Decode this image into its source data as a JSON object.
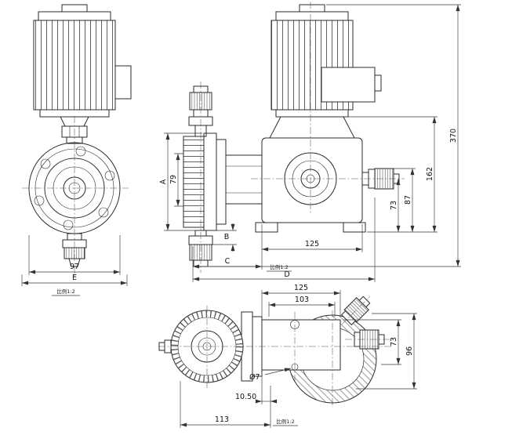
{
  "front_view": {
    "dim_width": "97",
    "dim_overall_width": "E",
    "scale_note": "比例1:2"
  },
  "side_view": {
    "dim_head_height": "A",
    "dim_79": "79",
    "dim_b": "B",
    "dim_c": "C",
    "dim_d": "D",
    "dim_125": "125",
    "dim_73": "73",
    "dim_87": "87",
    "dim_162": "162",
    "dim_370": "370",
    "scale_note": "比例1:2"
  },
  "top_view": {
    "dim_125": "125",
    "dim_103": "103",
    "dim_73": "73",
    "dim_96": "96",
    "dim_hole_dia": "Ø7",
    "dim_offset": "10.50",
    "dim_113": "113",
    "scale_note": "比例1:2"
  }
}
